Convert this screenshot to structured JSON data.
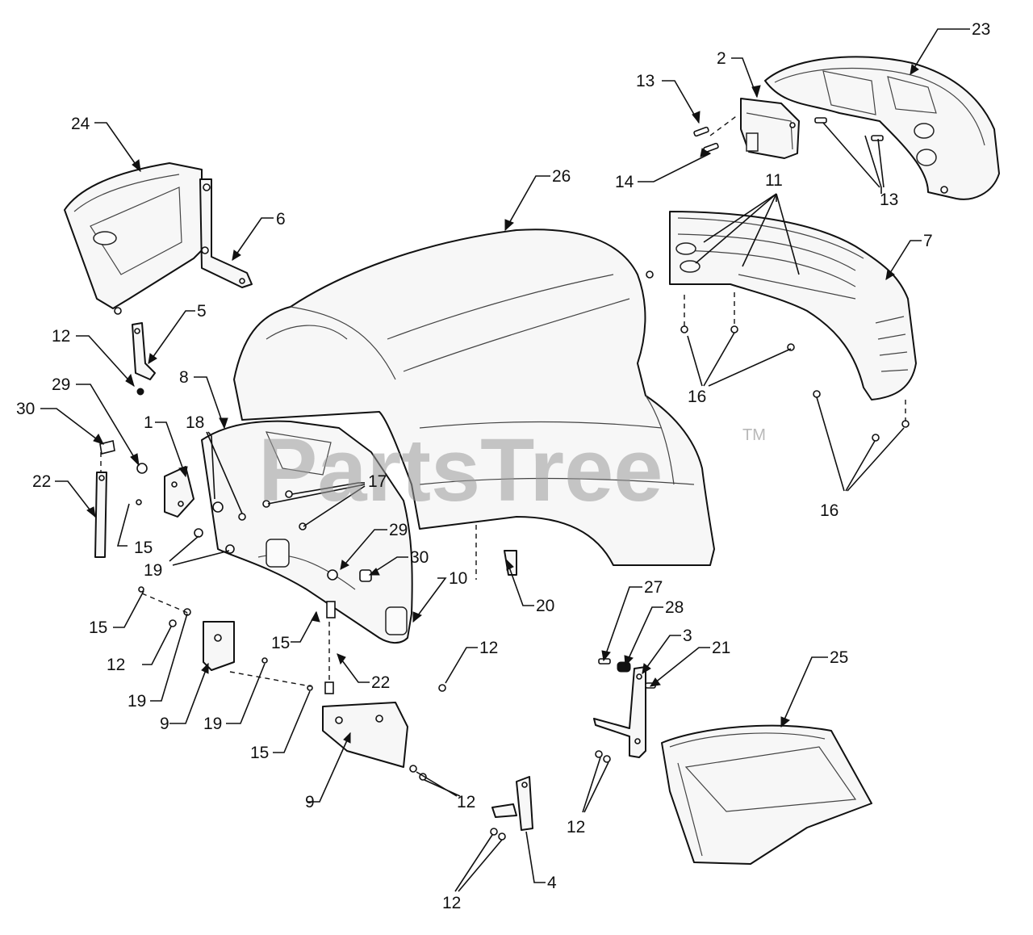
{
  "watermark": {
    "text": "PartsTree",
    "trademark": "TM"
  },
  "callouts": [
    {
      "id": "c-23",
      "label": "23"
    },
    {
      "id": "c-2",
      "label": "2"
    },
    {
      "id": "c-13a",
      "label": "13"
    },
    {
      "id": "c-13b",
      "label": "13"
    },
    {
      "id": "c-14",
      "label": "14"
    },
    {
      "id": "c-24",
      "label": "24"
    },
    {
      "id": "c-26",
      "label": "26"
    },
    {
      "id": "c-6",
      "label": "6"
    },
    {
      "id": "c-11",
      "label": "11"
    },
    {
      "id": "c-7",
      "label": "7"
    },
    {
      "id": "c-5",
      "label": "5"
    },
    {
      "id": "c-12a",
      "label": "12"
    },
    {
      "id": "c-16a",
      "label": "16"
    },
    {
      "id": "c-29a",
      "label": "29"
    },
    {
      "id": "c-8",
      "label": "8"
    },
    {
      "id": "c-30a",
      "label": "30"
    },
    {
      "id": "c-18",
      "label": "18"
    },
    {
      "id": "c-1",
      "label": "1"
    },
    {
      "id": "c-22a",
      "label": "22"
    },
    {
      "id": "c-17",
      "label": "17"
    },
    {
      "id": "c-16b",
      "label": "16"
    },
    {
      "id": "c-15a",
      "label": "15"
    },
    {
      "id": "c-29b",
      "label": "29"
    },
    {
      "id": "c-19a",
      "label": "19"
    },
    {
      "id": "c-30b",
      "label": "30"
    },
    {
      "id": "c-10",
      "label": "10"
    },
    {
      "id": "c-20",
      "label": "20"
    },
    {
      "id": "c-27",
      "label": "27"
    },
    {
      "id": "c-15b",
      "label": "15"
    },
    {
      "id": "c-28",
      "label": "28"
    },
    {
      "id": "c-3",
      "label": "3"
    },
    {
      "id": "c-15c",
      "label": "15"
    },
    {
      "id": "c-21",
      "label": "21"
    },
    {
      "id": "c-12b",
      "label": "12"
    },
    {
      "id": "c-12c",
      "label": "12"
    },
    {
      "id": "c-22b",
      "label": "22"
    },
    {
      "id": "c-25",
      "label": "25"
    },
    {
      "id": "c-19b",
      "label": "19"
    },
    {
      "id": "c-9a",
      "label": "9"
    },
    {
      "id": "c-19c",
      "label": "19"
    },
    {
      "id": "c-15d",
      "label": "15"
    },
    {
      "id": "c-12d",
      "label": "12"
    },
    {
      "id": "c-9b",
      "label": "9"
    },
    {
      "id": "c-12e",
      "label": "12"
    },
    {
      "id": "c-12f",
      "label": "12"
    },
    {
      "id": "c-4",
      "label": "4"
    },
    {
      "id": "c-12g",
      "label": "12"
    }
  ]
}
